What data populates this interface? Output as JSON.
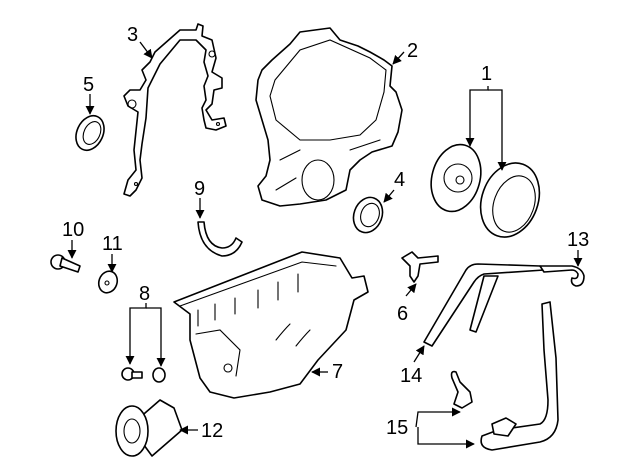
{
  "diagram": {
    "title": "Engine parts exploded view",
    "callouts": [
      {
        "id": "1",
        "label": "1"
      },
      {
        "id": "2",
        "label": "2"
      },
      {
        "id": "3",
        "label": "3"
      },
      {
        "id": "4",
        "label": "4"
      },
      {
        "id": "5",
        "label": "5"
      },
      {
        "id": "6",
        "label": "6"
      },
      {
        "id": "7",
        "label": "7"
      },
      {
        "id": "8",
        "label": "8"
      },
      {
        "id": "9",
        "label": "9"
      },
      {
        "id": "10",
        "label": "10"
      },
      {
        "id": "11",
        "label": "11"
      },
      {
        "id": "12",
        "label": "12"
      },
      {
        "id": "13",
        "label": "13"
      },
      {
        "id": "14",
        "label": "14"
      },
      {
        "id": "15",
        "label": "15"
      }
    ],
    "colors": {
      "line": "#000000",
      "background": "#ffffff"
    }
  }
}
